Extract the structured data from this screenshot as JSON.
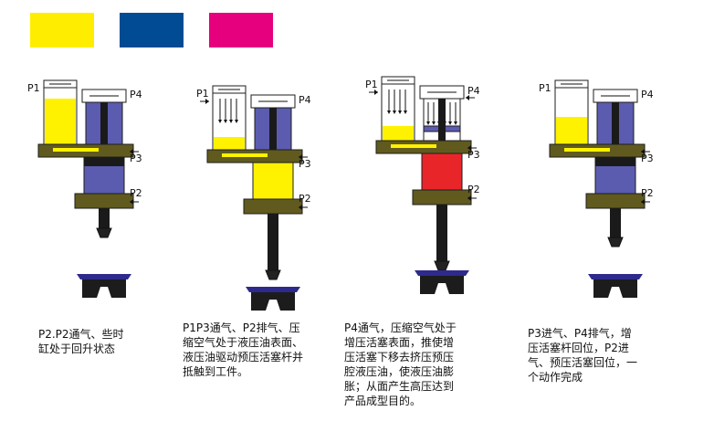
{
  "legend": {
    "colors": [
      "#ffed00",
      "#004b93",
      "#e6007e"
    ]
  },
  "palette": {
    "oil": "#fff200",
    "piston": "#5b5cb0",
    "body": "#615a1f",
    "pressurized": "#e8262a",
    "rod": "#1a1a1a",
    "die": "#2e2a8c"
  },
  "port_labels": {
    "p1": "P1",
    "p2": "P2",
    "p3": "P3",
    "p4": "P4"
  },
  "stages": [
    {
      "caption": "P2.P2通气、些时\n缸处于回升状态"
    },
    {
      "caption": "P1P3通气、P2排气、压\n缩空气处于液压油表面、\n液压油驱动预压活塞杆并\n抵触到工件。"
    },
    {
      "caption": "P4通气，压缩空气处于\n增压活塞表面，推使增\n压活塞下移去挤压预压\n腔液压油，使液压油膨\n胀；从面产生高压达到\n产品成型目的。"
    },
    {
      "caption": "P3进气、P4排气，增\n压活塞杆回位，P2进\n气、预压活塞回位，一\n个动作完成"
    }
  ]
}
